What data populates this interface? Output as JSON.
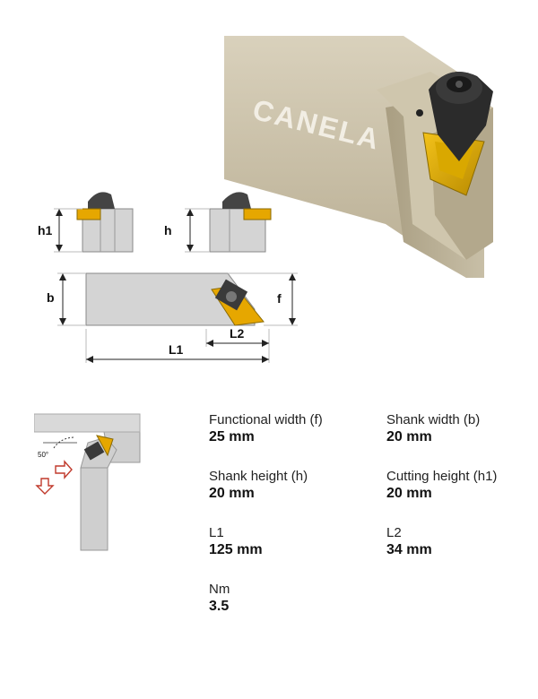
{
  "brand": {
    "name": "CANELA"
  },
  "diagram": {
    "labels": {
      "h1": "h1",
      "h": "h",
      "b": "b",
      "f": "f",
      "l1": "L1",
      "l2": "L2"
    },
    "angle": "50°"
  },
  "specs": [
    {
      "label": "Functional width (f)",
      "value": "25 mm"
    },
    {
      "label": "Shank width (b)",
      "value": "20 mm"
    },
    {
      "label": "Shank height (h)",
      "value": "20 mm"
    },
    {
      "label": "Cutting height (h1)",
      "value": "20 mm"
    },
    {
      "label": "L1",
      "value": "125 mm"
    },
    {
      "label": "L2",
      "value": "34 mm"
    },
    {
      "label": "Nm",
      "value": "3.5"
    }
  ],
  "colors": {
    "shank": "#d8d8d8",
    "insert": "#e6a700",
    "tool_metal": "#c2b89f",
    "arrow": "#c0392b"
  }
}
